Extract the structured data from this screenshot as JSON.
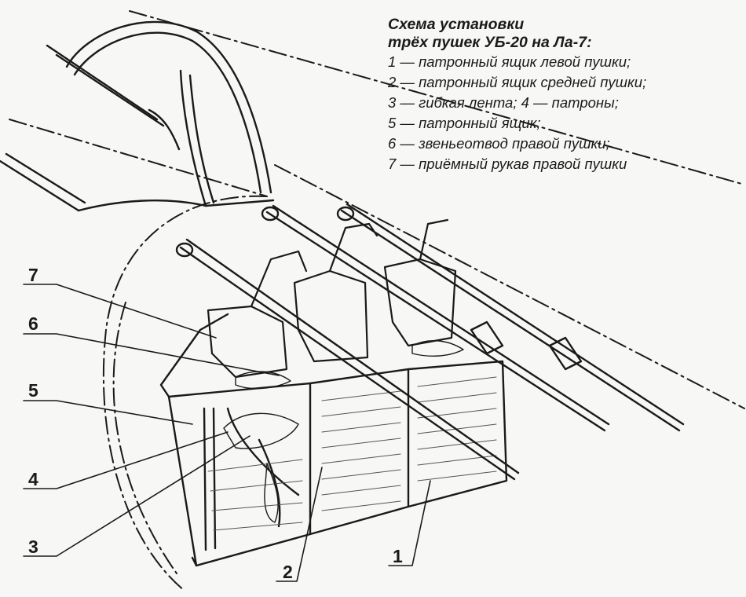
{
  "caption": {
    "title_line1": "Схема установки",
    "title_line2": "трёх пушек УБ-20 на Ла-7:",
    "items": [
      "1 — патронный ящик левой пушки;",
      "2 — патронный ящик средней пушки;",
      "3 — гибкая лента; 4 — патроны;",
      "5 — патронный ящик;",
      "6 — звеньеотвод правой пушки;",
      "7 — приёмный рукав правой пушки"
    ]
  },
  "callouts": {
    "n7": "7",
    "n6": "6",
    "n5": "5",
    "n4": "4",
    "n3": "3",
    "n2": "2",
    "n1": "1"
  }
}
